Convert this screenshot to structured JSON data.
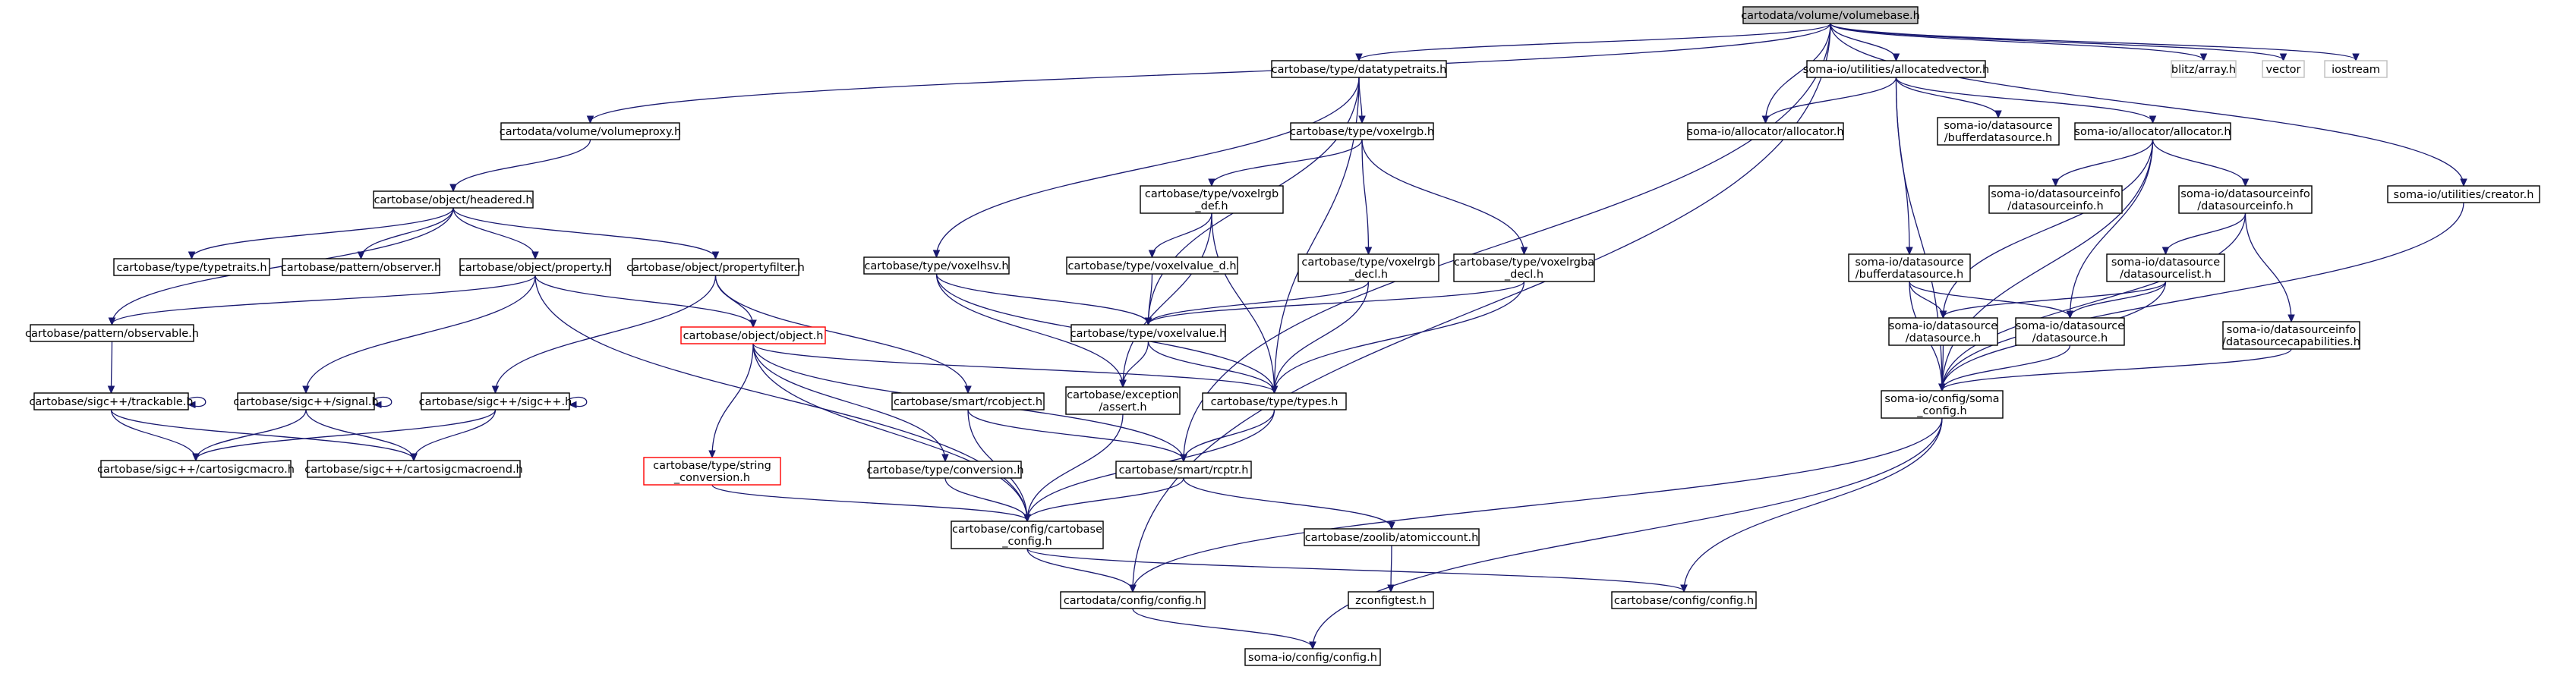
{
  "nodes": [
    {
      "id": "root",
      "lines": [
        "cartodata/volume/volumebase.h"
      ],
      "style": "root"
    },
    {
      "id": "datatypetraits",
      "lines": [
        "cartobase/type/datatypetraits.h"
      ]
    },
    {
      "id": "volumeproxy",
      "lines": [
        "cartodata/volume/volumeproxy.h"
      ]
    },
    {
      "id": "headered",
      "lines": [
        "cartobase/object/headered.h"
      ]
    },
    {
      "id": "typetraits",
      "lines": [
        "cartobase/type/typetraits.h"
      ]
    },
    {
      "id": "observer",
      "lines": [
        "cartobase/pattern/observer.h"
      ]
    },
    {
      "id": "property",
      "lines": [
        "cartobase/object/property.h"
      ]
    },
    {
      "id": "propertyfilter",
      "lines": [
        "cartobase/object/propertyfilter.h"
      ]
    },
    {
      "id": "observable",
      "lines": [
        "cartobase/pattern/observable.h"
      ]
    },
    {
      "id": "trackable",
      "lines": [
        "cartobase/sigc++/trackable.h"
      ]
    },
    {
      "id": "signal",
      "lines": [
        "cartobase/sigc++/signal.h"
      ]
    },
    {
      "id": "sigcpp",
      "lines": [
        "cartobase/sigc++/sigc++.h"
      ]
    },
    {
      "id": "cartosigcmacro",
      "lines": [
        "cartobase/sigc++/cartosigcmacro.h"
      ]
    },
    {
      "id": "cartosigcmacroend",
      "lines": [
        "cartobase/sigc++/cartosigcmacroend.h"
      ]
    },
    {
      "id": "object",
      "lines": [
        "cartobase/object/object.h"
      ],
      "style": "red"
    },
    {
      "id": "stringconv",
      "lines": [
        "cartobase/type/string",
        "_conversion.h"
      ],
      "style": "red"
    },
    {
      "id": "conversion",
      "lines": [
        "cartobase/type/conversion.h"
      ]
    },
    {
      "id": "rcobject",
      "lines": [
        "cartobase/smart/rcobject.h"
      ]
    },
    {
      "id": "voxelrgb",
      "lines": [
        "cartobase/type/voxelrgb.h"
      ]
    },
    {
      "id": "voxelrgbdef",
      "lines": [
        "cartobase/type/voxelrgb",
        "_def.h"
      ]
    },
    {
      "id": "voxelhsv",
      "lines": [
        "cartobase/type/voxelhsv.h"
      ]
    },
    {
      "id": "voxelvalued",
      "lines": [
        "cartobase/type/voxelvalue_d.h"
      ]
    },
    {
      "id": "voxelrgbdecl",
      "lines": [
        "cartobase/type/voxelrgb",
        "_decl.h"
      ]
    },
    {
      "id": "voxelrgbadecl",
      "lines": [
        "cartobase/type/voxelrgba",
        "_decl.h"
      ]
    },
    {
      "id": "voxelvalue",
      "lines": [
        "cartobase/type/voxelvalue.h"
      ]
    },
    {
      "id": "assert",
      "lines": [
        "cartobase/exception",
        "/assert.h"
      ]
    },
    {
      "id": "types",
      "lines": [
        "cartobase/type/types.h"
      ]
    },
    {
      "id": "rcptr",
      "lines": [
        "cartobase/smart/rcptr.h"
      ]
    },
    {
      "id": "cbconfig",
      "lines": [
        "cartobase/config/cartobase",
        "_config.h"
      ]
    },
    {
      "id": "atomiccount",
      "lines": [
        "cartobase/zoolib/atomiccount.h"
      ]
    },
    {
      "id": "zconfigtest",
      "lines": [
        "zconfigtest.h"
      ]
    },
    {
      "id": "cdconfig",
      "lines": [
        "cartodata/config/config.h"
      ]
    },
    {
      "id": "cbconfigh",
      "lines": [
        "cartobase/config/config.h"
      ]
    },
    {
      "id": "somaconfigh",
      "lines": [
        "soma-io/config/config.h"
      ]
    },
    {
      "id": "allocatedvector",
      "lines": [
        "soma-io/utilities/allocatedvector.h"
      ]
    },
    {
      "id": "allocatorh",
      "lines": [
        "soma-io/allocator/allocator.h"
      ]
    },
    {
      "id": "bufferds",
      "lines": [
        "soma-io/datasource",
        "/bufferdatasource.h"
      ]
    },
    {
      "id": "allocator2",
      "lines": [
        "soma-io/allocator/allocator.h"
      ]
    },
    {
      "id": "dsinfoh1",
      "lines": [
        "soma-io/datasourceinfo",
        "/datasourceinfo.h"
      ]
    },
    {
      "id": "dsinfoh2",
      "lines": [
        "soma-io/datasourceinfo",
        "/datasourceinfo.h"
      ]
    },
    {
      "id": "bufferds2",
      "lines": [
        "soma-io/datasource",
        "/bufferdatasource.h"
      ]
    },
    {
      "id": "dslist",
      "lines": [
        "soma-io/datasource",
        "/datasourcelist.h"
      ]
    },
    {
      "id": "ds1",
      "lines": [
        "soma-io/datasource",
        "/datasource.h"
      ]
    },
    {
      "id": "ds2",
      "lines": [
        "soma-io/datasource",
        "/datasource.h"
      ]
    },
    {
      "id": "dscap",
      "lines": [
        "soma-io/datasourceinfo",
        "/datasourcecapabilities.h"
      ]
    },
    {
      "id": "somaconfig",
      "lines": [
        "soma-io/config/soma",
        "_config.h"
      ]
    },
    {
      "id": "creator",
      "lines": [
        "soma-io/utilities/creator.h"
      ]
    },
    {
      "id": "blitz",
      "lines": [
        "blitz/array.h"
      ],
      "style": "gray"
    },
    {
      "id": "vector",
      "lines": [
        "vector"
      ],
      "style": "gray"
    },
    {
      "id": "iostream",
      "lines": [
        "iostream"
      ],
      "style": "gray"
    }
  ],
  "edges": [
    [
      "root",
      "datatypetraits"
    ],
    [
      "root",
      "volumeproxy"
    ],
    [
      "root",
      "cdconfig"
    ],
    [
      "root",
      "rcptr"
    ],
    [
      "root",
      "allocatedvector"
    ],
    [
      "root",
      "allocatorh"
    ],
    [
      "root",
      "creator"
    ],
    [
      "root",
      "blitz"
    ],
    [
      "root",
      "vector"
    ],
    [
      "root",
      "iostream"
    ],
    [
      "datatypetraits",
      "voxelrgb"
    ],
    [
      "datatypetraits",
      "voxelhsv"
    ],
    [
      "datatypetraits",
      "voxelvalue"
    ],
    [
      "datatypetraits",
      "types"
    ],
    [
      "volumeproxy",
      "headered"
    ],
    [
      "headered",
      "typetraits"
    ],
    [
      "headered",
      "observer"
    ],
    [
      "headered",
      "property"
    ],
    [
      "headered",
      "propertyfilter"
    ],
    [
      "headered",
      "observable"
    ],
    [
      "property",
      "observable"
    ],
    [
      "property",
      "object"
    ],
    [
      "property",
      "signal"
    ],
    [
      "property",
      "cbconfig"
    ],
    [
      "propertyfilter",
      "object"
    ],
    [
      "propertyfilter",
      "sigcpp"
    ],
    [
      "propertyfilter",
      "rcobject"
    ],
    [
      "observable",
      "trackable"
    ],
    [
      "trackable",
      "trackable"
    ],
    [
      "trackable",
      "cartosigcmacro"
    ],
    [
      "trackable",
      "cartosigcmacroend"
    ],
    [
      "signal",
      "signal"
    ],
    [
      "signal",
      "cartosigcmacro"
    ],
    [
      "signal",
      "cartosigcmacroend"
    ],
    [
      "sigcpp",
      "sigcpp"
    ],
    [
      "sigcpp",
      "cartosigcmacro"
    ],
    [
      "sigcpp",
      "cartosigcmacroend"
    ],
    [
      "object",
      "stringconv"
    ],
    [
      "object",
      "conversion"
    ],
    [
      "object",
      "types"
    ],
    [
      "object",
      "rcptr"
    ],
    [
      "object",
      "cbconfig"
    ],
    [
      "stringconv",
      "cbconfig"
    ],
    [
      "conversion",
      "cbconfig"
    ],
    [
      "rcobject",
      "rcptr"
    ],
    [
      "rcobject",
      "cbconfig"
    ],
    [
      "voxelrgb",
      "voxelrgbdef"
    ],
    [
      "voxelrgb",
      "voxelrgbdecl"
    ],
    [
      "voxelrgb",
      "voxelrgbadecl"
    ],
    [
      "voxelrgbdef",
      "voxelvalued"
    ],
    [
      "voxelrgbdef",
      "assert"
    ],
    [
      "voxelrgbdef",
      "types"
    ],
    [
      "voxelhsv",
      "voxelvalue"
    ],
    [
      "voxelhsv",
      "assert"
    ],
    [
      "voxelhsv",
      "types"
    ],
    [
      "voxelvalued",
      "voxelvalue"
    ],
    [
      "voxelrgbdecl",
      "voxelvalue"
    ],
    [
      "voxelrgbdecl",
      "types"
    ],
    [
      "voxelrgbadecl",
      "voxelvalue"
    ],
    [
      "voxelrgbadecl",
      "types"
    ],
    [
      "voxelvalue",
      "assert"
    ],
    [
      "voxelvalue",
      "types"
    ],
    [
      "assert",
      "cbconfig"
    ],
    [
      "types",
      "rcptr"
    ],
    [
      "types",
      "cbconfig"
    ],
    [
      "rcptr",
      "cbconfig"
    ],
    [
      "rcptr",
      "atomiccount"
    ],
    [
      "atomiccount",
      "zconfigtest"
    ],
    [
      "cbconfig",
      "cdconfig"
    ],
    [
      "cbconfig",
      "cbconfigh"
    ],
    [
      "cdconfig",
      "somaconfigh"
    ],
    [
      "allocatedvector",
      "allocatorh"
    ],
    [
      "allocatedvector",
      "bufferds"
    ],
    [
      "allocatedvector",
      "allocator2"
    ],
    [
      "allocatedvector",
      "bufferds2"
    ],
    [
      "allocatedvector",
      "somaconfig"
    ],
    [
      "allocator2",
      "dsinfoh1"
    ],
    [
      "allocator2",
      "dsinfoh2"
    ],
    [
      "allocator2",
      "ds1"
    ],
    [
      "allocator2",
      "ds2"
    ],
    [
      "allocator2",
      "somaconfig"
    ],
    [
      "dsinfoh2",
      "dslist"
    ],
    [
      "dsinfoh2",
      "dscap"
    ],
    [
      "dsinfoh2",
      "somaconfig"
    ],
    [
      "bufferds2",
      "ds1"
    ],
    [
      "bufferds2",
      "ds2"
    ],
    [
      "bufferds2",
      "somaconfig"
    ],
    [
      "dslist",
      "ds1"
    ],
    [
      "dslist",
      "ds2"
    ],
    [
      "dslist",
      "somaconfig"
    ],
    [
      "ds1",
      "somaconfig"
    ],
    [
      "ds2",
      "somaconfig"
    ],
    [
      "dscap",
      "somaconfig"
    ],
    [
      "somaconfig",
      "cdconfig"
    ],
    [
      "somaconfig",
      "cbconfigh"
    ],
    [
      "somaconfig",
      "somaconfigh"
    ],
    [
      "creator",
      "somaconfig"
    ]
  ]
}
